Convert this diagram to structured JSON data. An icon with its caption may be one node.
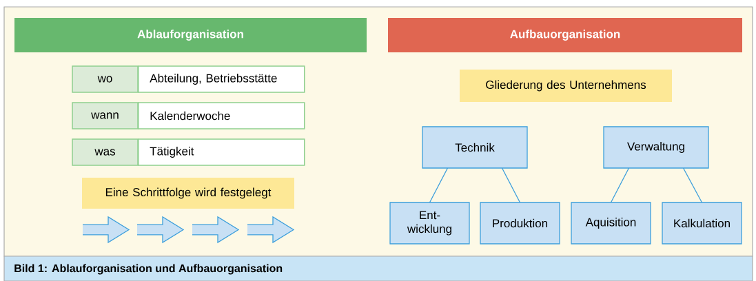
{
  "diagram": {
    "caption": "Bild 1: Ablauforganisation und Aufbauorganisation",
    "nodes": [
      {
        "text": [
          "Ablauforganisation"
        ]
      },
      {
        "text": [
          "wo"
        ]
      },
      {
        "text": [
          "Abteilung, Betriebsstätte"
        ]
      },
      {
        "text": [
          "wann"
        ]
      },
      {
        "text": [
          "Kalenderwoche"
        ]
      },
      {
        "text": [
          "was"
        ]
      },
      {
        "text": [
          "Tätigkeit"
        ]
      },
      {
        "text": [
          "Eine Schrittfolge wird festgelegt"
        ]
      },
      {
        "text": [
          "Aufbauorganisation"
        ]
      },
      {
        "text": [
          "Gliederung des Unternehmens"
        ]
      },
      {
        "text": [
          "Technik"
        ]
      },
      {
        "text": [
          "Verwaltung"
        ]
      },
      {
        "text": [
          "Ent- wicklung"
        ]
      },
      {
        "text": [
          "Produktion"
        ]
      },
      {
        "text": [
          "Aquisition"
        ]
      },
      {
        "text": [
          "Kalkulation"
        ]
      }
    ],
    "edges": [
      {
        "from": 10,
        "to": 12,
        "arrow": "none"
      },
      {
        "from": 10,
        "to": 13,
        "arrow": "none"
      },
      {
        "from": 11,
        "to": 14,
        "arrow": "none"
      },
      {
        "from": 11,
        "to": 15,
        "arrow": "none"
      }
    ]
  }
}
